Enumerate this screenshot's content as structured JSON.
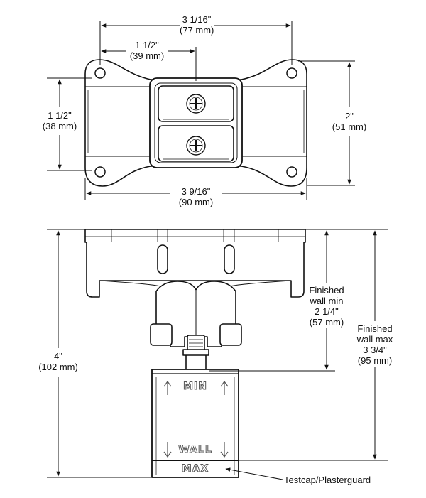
{
  "top_view": {
    "overall_width": {
      "line1": "3 1/16\"",
      "line2": "(77 mm)"
    },
    "half_width": {
      "line1": "1 1/2\"",
      "line2": "(39 mm)"
    },
    "left_height": {
      "line1": "1 1/2\"",
      "line2": "(38 mm)"
    },
    "right_height": {
      "line1": "2\"",
      "line2": "(51 mm)"
    },
    "bottom_width": {
      "line1": "3 9/16\"",
      "line2": "(90 mm)"
    }
  },
  "side_view": {
    "total_height": {
      "line1": "4\"",
      "line2": "(102 mm)"
    },
    "wall_min": {
      "line1": "Finished",
      "line2": "wall min",
      "line3": "2 1/4\"",
      "line4": "(57 mm)"
    },
    "wall_max": {
      "line1": "Finished",
      "line2": "wall max",
      "line3": "3 3/4\"",
      "line4": "(95 mm)"
    },
    "markings": {
      "min": "MIN",
      "wall": "WALL",
      "max": "MAX"
    },
    "callout": "Testcap/Plasterguard"
  }
}
